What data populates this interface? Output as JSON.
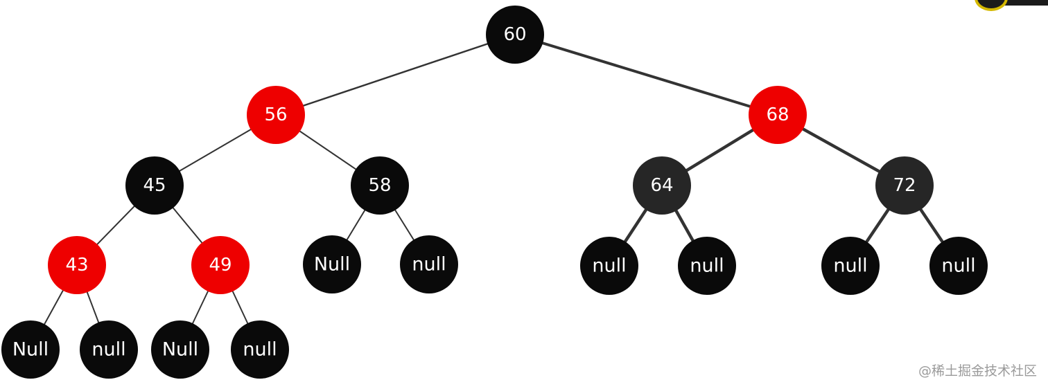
{
  "colors": {
    "red": "#ee0000",
    "black": "#0a0a0a",
    "dark_gray": "#262626",
    "edge": "#333333"
  },
  "tree": {
    "nodes": [
      {
        "id": "n60",
        "label": "60",
        "color": "black"
      },
      {
        "id": "n56",
        "label": "56",
        "color": "red"
      },
      {
        "id": "n68",
        "label": "68",
        "color": "red"
      },
      {
        "id": "n45",
        "label": "45",
        "color": "black"
      },
      {
        "id": "n58",
        "label": "58",
        "color": "black"
      },
      {
        "id": "n64",
        "label": "64",
        "color": "dark_gray"
      },
      {
        "id": "n72",
        "label": "72",
        "color": "dark_gray"
      },
      {
        "id": "n43",
        "label": "43",
        "color": "red"
      },
      {
        "id": "n49",
        "label": "49",
        "color": "red"
      },
      {
        "id": "n58l",
        "label": "Null",
        "color": "black"
      },
      {
        "id": "n58r",
        "label": "null",
        "color": "black"
      },
      {
        "id": "n64l",
        "label": "null",
        "color": "black"
      },
      {
        "id": "n64r",
        "label": "null",
        "color": "black"
      },
      {
        "id": "n72l",
        "label": "null",
        "color": "black"
      },
      {
        "id": "n72r",
        "label": "null",
        "color": "black"
      },
      {
        "id": "n43l",
        "label": "Null",
        "color": "black"
      },
      {
        "id": "n43r",
        "label": "null",
        "color": "black"
      },
      {
        "id": "n49l",
        "label": "Null",
        "color": "black"
      },
      {
        "id": "n49r",
        "label": "null",
        "color": "black"
      }
    ],
    "edges": [
      {
        "from": "n60",
        "to": "n56"
      },
      {
        "from": "n60",
        "to": "n68"
      },
      {
        "from": "n56",
        "to": "n45"
      },
      {
        "from": "n56",
        "to": "n58"
      },
      {
        "from": "n68",
        "to": "n64"
      },
      {
        "from": "n68",
        "to": "n72"
      },
      {
        "from": "n45",
        "to": "n43"
      },
      {
        "from": "n45",
        "to": "n49"
      },
      {
        "from": "n58",
        "to": "n58l"
      },
      {
        "from": "n58",
        "to": "n58r"
      },
      {
        "from": "n64",
        "to": "n64l"
      },
      {
        "from": "n64",
        "to": "n64r"
      },
      {
        "from": "n72",
        "to": "n72l"
      },
      {
        "from": "n72",
        "to": "n72r"
      },
      {
        "from": "n43",
        "to": "n43l"
      },
      {
        "from": "n43",
        "to": "n43r"
      },
      {
        "from": "n49",
        "to": "n49l"
      },
      {
        "from": "n49",
        "to": "n49r"
      }
    ]
  },
  "watermark": "@稀土掘金技术社区"
}
